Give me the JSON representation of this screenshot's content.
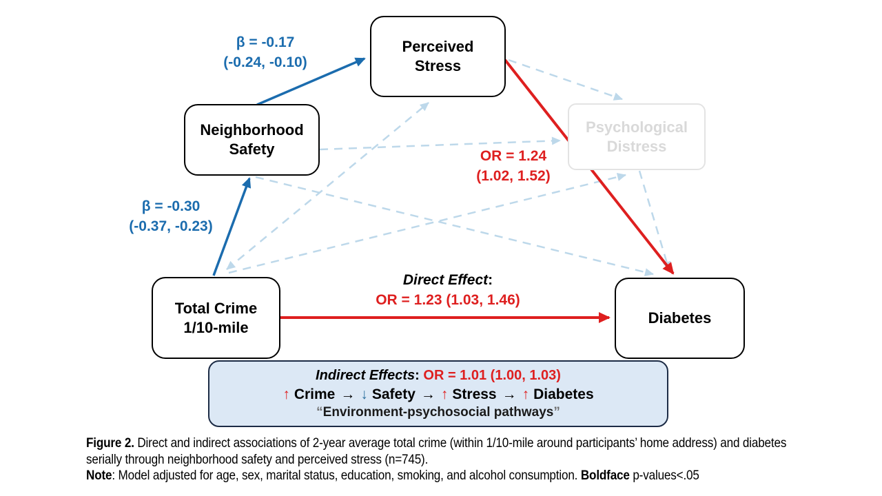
{
  "diagram": {
    "boxes": {
      "perceived_stress": {
        "line1": "Perceived",
        "line2": "Stress"
      },
      "neighborhood_safety": {
        "line1": "Neighborhood",
        "line2": "Safety"
      },
      "psychological_distress": {
        "line1": "Psychological",
        "line2": "Distress"
      },
      "total_crime": {
        "line1": "Total Crime",
        "line2": "1/10-mile"
      },
      "diabetes": {
        "label": "Diabetes"
      }
    },
    "edge_labels": {
      "safety_to_stress": {
        "line1": "β = -0.17",
        "line2": "(-0.24, -0.10)"
      },
      "crime_to_safety": {
        "line1": "β = -0.30",
        "line2": "(-0.37, -0.23)"
      },
      "stress_to_diabetes": {
        "line1": "OR = 1.24",
        "line2": "(1.02, 1.52)"
      },
      "direct_effect": {
        "title": "Direct Effect",
        "colon": ":",
        "value": "OR = 1.23 (1.03, 1.46)"
      }
    },
    "indirect_panel": {
      "title": "Indirect Effects",
      "colon": ": ",
      "value": "OR = 1.01 (1.00, 1.03)",
      "path": {
        "u1": "↑",
        "w1": "Crime",
        "a1": "→",
        "d1": "↓",
        "w2": "Safety",
        "a2": "→",
        "u2": "↑",
        "w3": "Stress",
        "a3": "→",
        "u3": "↑",
        "w4": "Diabetes"
      },
      "quote_open": "“",
      "quote_text": "Environment-psychosocial pathways",
      "quote_close": "”"
    }
  },
  "caption": {
    "figure_label": "Figure 2.",
    "figure_text": " Direct and indirect associations of 2-year average total crime (within 1/10-mile around participants’ home address) and diabetes serially through neighborhood safety and perceived stress (n=745).",
    "note_label": "Note",
    "note_text": ": Model adjusted for age, sex, marital status, education, smoking, and alcohol consumption. ",
    "boldface_word": "Boldface",
    "note_tail": " p-values<.05"
  },
  "colors": {
    "solid_blue": "#1b6cae",
    "solid_red": "#de1f1f",
    "dashed_light_blue": "#bdd8ea",
    "faded_gray_border": "#e3e3e3",
    "faded_gray_text": "#d9d9d9",
    "panel_fill": "#dce8f5",
    "panel_border": "#1c2b45"
  }
}
